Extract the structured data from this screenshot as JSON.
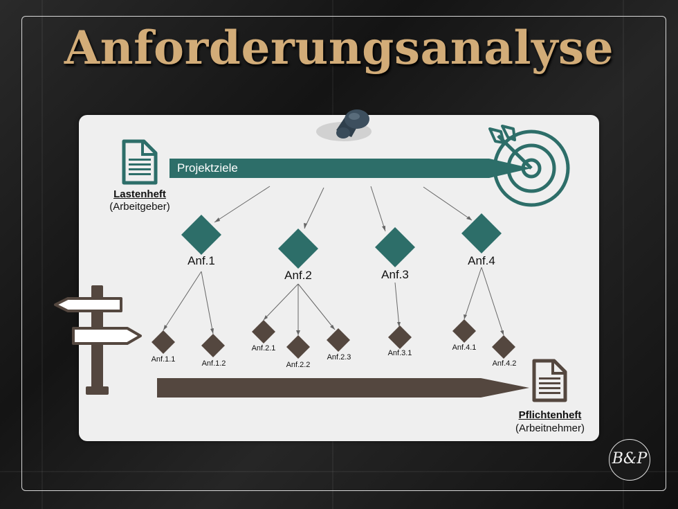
{
  "title": "Anforderungsanalyse",
  "colors": {
    "teal": "#2d6e69",
    "brown": "#54473f",
    "gold": "#d2ac78",
    "card": "#efefef"
  },
  "goal_bar": {
    "label": "Projektziele"
  },
  "lastenheft": {
    "title": "Lastenheft",
    "subtitle": "(Arbeitgeber)",
    "icon": "document-icon"
  },
  "pflichtenheft": {
    "title": "Pflichtenheft",
    "subtitle": "(Arbeitnehmer)",
    "icon": "document-icon"
  },
  "requirements": [
    {
      "label": "Anf.1",
      "children": [
        "Anf.1.1",
        "Anf.1.2"
      ]
    },
    {
      "label": "Anf.2",
      "children": [
        "Anf.2.1",
        "Anf.2.2",
        "Anf.2.3"
      ]
    },
    {
      "label": "Anf.3",
      "children": [
        "Anf.3.1"
      ]
    },
    {
      "label": "Anf.4",
      "children": [
        "Anf.4.1",
        "Anf.4.2"
      ]
    }
  ],
  "logo": {
    "text": "B&P"
  }
}
